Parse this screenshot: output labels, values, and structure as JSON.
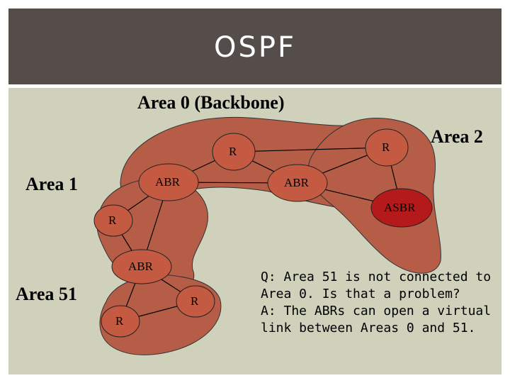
{
  "slide_title": "OSPF",
  "colors": {
    "title_bar": "#554d4a",
    "panel": "#cfd1bb",
    "area_fill": "#b65d47",
    "router_fill": "#c45a42",
    "asbr_fill": "#b51a1a",
    "link": "#000000"
  },
  "areas": {
    "backbone": "Area 0 (Backbone)",
    "area1": "Area 1",
    "area2": "Area 2",
    "area51": "Area 51"
  },
  "routers": {
    "r_backbone_left": "R",
    "r_backbone_right": "R",
    "abr_left": "ABR",
    "abr_right": "ABR",
    "asbr": "ASBR",
    "r_area1": "R",
    "abr_area51": "ABR",
    "r_area51_right": "R",
    "r_area51_left": "R"
  },
  "qa": {
    "line1": "Q: Area 51 is not connected to",
    "line2": "Area 0. Is that a problem?",
    "line3": "A: The ABRs can open a virtual",
    "line4": "link between Areas 0 and 51."
  }
}
